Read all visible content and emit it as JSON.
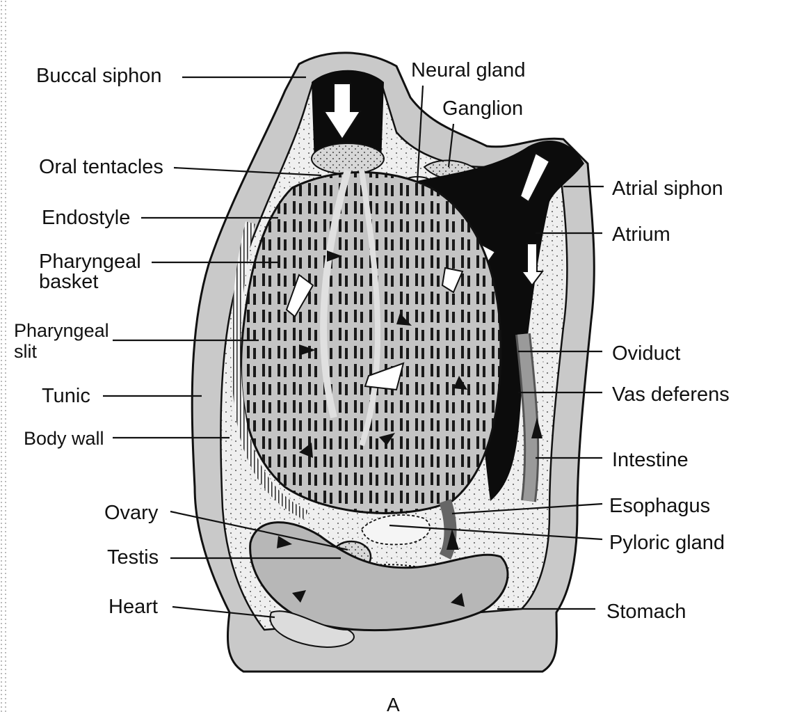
{
  "figure": {
    "caption": "A",
    "labels_left": [
      {
        "id": "buccal-siphon",
        "text": "Buccal siphon"
      },
      {
        "id": "oral-tentacles",
        "text": "Oral tentacles"
      },
      {
        "id": "endostyle",
        "text": "Endostyle"
      },
      {
        "id": "pharyngeal-basket",
        "line1": "Pharyngeal",
        "line2": "basket"
      },
      {
        "id": "pharyngeal-slit",
        "line1": "Pharyngeal",
        "line2": "slit"
      },
      {
        "id": "tunic",
        "text": "Tunic"
      },
      {
        "id": "body-wall",
        "text": "Body wall"
      },
      {
        "id": "ovary",
        "text": "Ovary"
      },
      {
        "id": "testis",
        "text": "Testis"
      },
      {
        "id": "heart",
        "text": "Heart"
      }
    ],
    "labels_top": [
      {
        "id": "neural-gland",
        "text": "Neural gland"
      },
      {
        "id": "ganglion",
        "text": "Ganglion"
      }
    ],
    "labels_right": [
      {
        "id": "atrial-siphon",
        "text": "Atrial siphon"
      },
      {
        "id": "atrium",
        "text": "Atrium"
      },
      {
        "id": "oviduct",
        "text": "Oviduct"
      },
      {
        "id": "vas-deferens",
        "text": "Vas deferens"
      },
      {
        "id": "intestine",
        "text": "Intestine"
      },
      {
        "id": "esophagus",
        "text": "Esophagus"
      },
      {
        "id": "pyloric-gland",
        "text": "Pyloric gland"
      },
      {
        "id": "stomach",
        "text": "Stomach"
      }
    ],
    "colors": {
      "ink": "#111111",
      "tunic": "#c9c9c9",
      "body": "#e6e6e6",
      "pharynx": "#bdbdbd",
      "dark": "#0c0c0c"
    }
  }
}
